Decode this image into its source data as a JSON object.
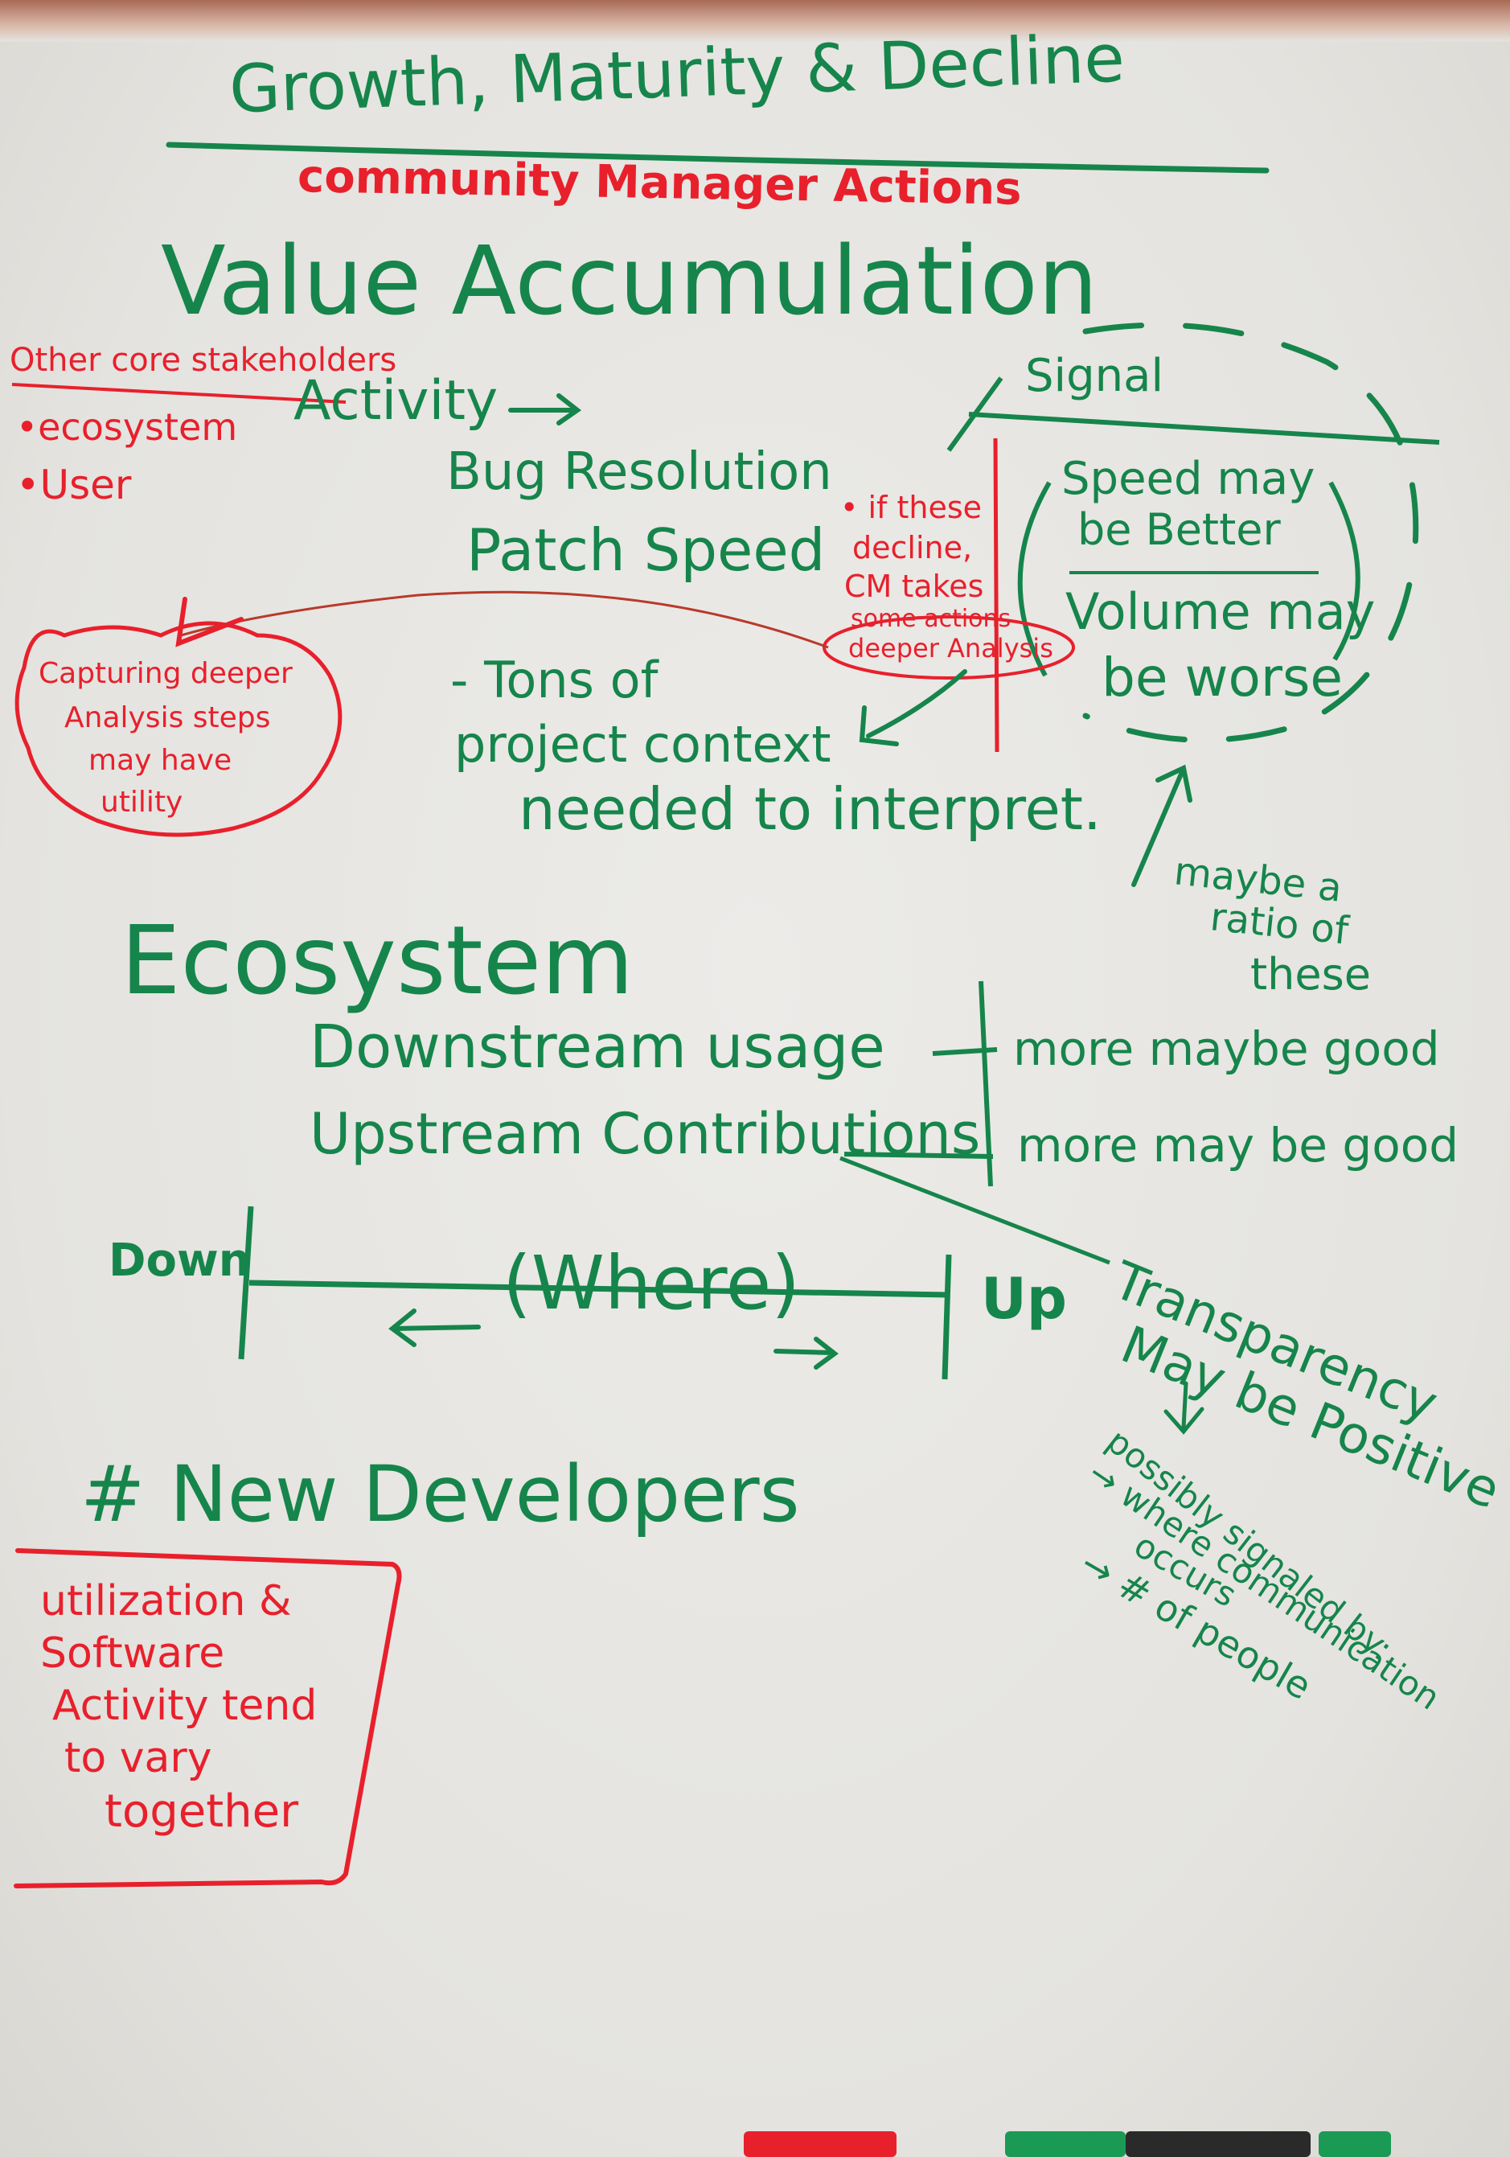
{
  "colors": {
    "green_ink": "#16854b",
    "red_ink": "#e8202c",
    "board": "#e6e5e2"
  },
  "title": "Growth, Maturity & Decline",
  "subtitle": "community Manager Actions",
  "value_accumulation": {
    "heading": "Value Accumulation",
    "side_note": {
      "title": "Other core stakeholders",
      "items": [
        "•ecosystem",
        "•User"
      ]
    },
    "activity": "Activity",
    "bug_resolution": "Bug Resolution",
    "patch_speed": "Patch Speed",
    "decline_note": [
      "• if these",
      "decline,",
      "CM takes",
      "some actions",
      "deeper Analysis"
    ],
    "context_note": [
      "- Tons of",
      "project context",
      "needed to interpret."
    ],
    "red_cloud": [
      "Capturing deeper",
      "Analysis steps",
      "may have",
      "utility"
    ],
    "signal": {
      "label": "Signal",
      "speed": [
        "Speed may",
        "be Better"
      ],
      "volume": [
        "Volume may",
        "be worse"
      ]
    },
    "ratio_note": [
      "maybe a",
      "ratio of",
      "these"
    ]
  },
  "ecosystem": {
    "heading": "Ecosystem",
    "downstream": "Downstream usage",
    "upstream": "Upstream Contributions",
    "downstream_note": "more maybe good",
    "upstream_note": "more may be good",
    "axis": {
      "left": "Down",
      "middle": "(Where)",
      "right": "Up"
    },
    "transparency": [
      "Transparency",
      "May be Positive"
    ],
    "signaled": {
      "line1": "possibly signaled by:",
      "line2": "→ where communication",
      "line3": "occurs",
      "line4": "→ # of people"
    }
  },
  "new_developers": {
    "heading": "# New Developers",
    "red_box": [
      "utilization &",
      "Software",
      "Activity tend",
      "to vary",
      "together"
    ]
  },
  "markers": [
    {
      "color": "#e8202c"
    },
    {
      "color": "#1a9a55"
    },
    {
      "color": "#2a2a2a"
    },
    {
      "color": "#1a9a55"
    }
  ]
}
